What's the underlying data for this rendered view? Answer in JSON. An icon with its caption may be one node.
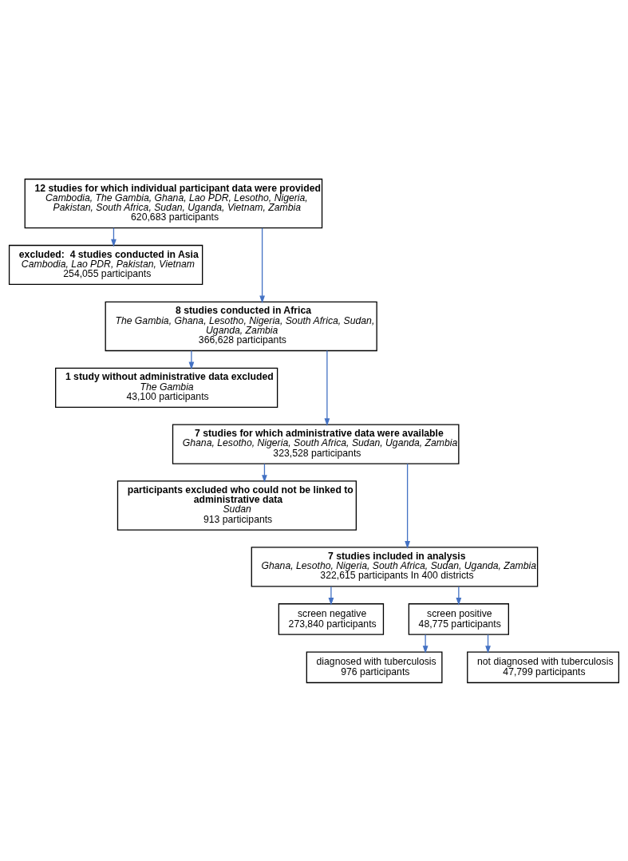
{
  "diagram": {
    "nodes": [
      {
        "text": [
          "12 studies for which individual participant data were provided",
          "Cambodia, The Gambia, Ghana, Lao PDR, Lesotho, Nigeria, Pakistan, South Africa, Sudan, Uganda, Vietnam, Zambia",
          "620,683 participants"
        ]
      },
      {
        "text": [
          "excluded:  4 studies conducted in Asia",
          "Cambodia, Lao PDR, Pakistan, Vietnam",
          "254,055 participants"
        ]
      },
      {
        "text": [
          "8 studies conducted in Africa",
          "The Gambia, Ghana, Lesotho, Nigeria, South Africa, Sudan, Uganda, Zambia",
          "366,628 participants"
        ]
      },
      {
        "text": [
          "1 study without administrative data excluded",
          "The Gambia",
          "43,100 participants"
        ]
      },
      {
        "text": [
          "7 studies for which administrative data were available",
          "Ghana, Lesotho, Nigeria, South Africa, Sudan, Uganda, Zambia",
          "323,528 participants"
        ]
      },
      {
        "text": [
          "participants excluded who could not be linked to administrative data",
          "Sudan",
          "913 participants"
        ]
      },
      {
        "text": [
          "7 studies included in analysis",
          "Ghana, Lesotho, Nigeria, South Africa, Sudan, Uganda, Zambia",
          "322,615 participants In 400 districts"
        ]
      },
      {
        "text": [
          "screen negative",
          "273,840 participants"
        ]
      },
      {
        "text": [
          "screen positive",
          "48,775 participants"
        ]
      },
      {
        "text": [
          "diagnosed with tuberculosis",
          "976 participants"
        ]
      },
      {
        "text": [
          "not diagnosed with tuberculosis",
          "47,799 participants"
        ]
      }
    ],
    "edges": [
      {
        "from": 0,
        "to": 1,
        "arrow": "to"
      },
      {
        "from": 0,
        "to": 2,
        "arrow": "to"
      },
      {
        "from": 2,
        "to": 3,
        "arrow": "to"
      },
      {
        "from": 2,
        "to": 4,
        "arrow": "to"
      },
      {
        "from": 4,
        "to": 5,
        "arrow": "to"
      },
      {
        "from": 4,
        "to": 6,
        "arrow": "to"
      },
      {
        "from": 6,
        "to": 7,
        "arrow": "to"
      },
      {
        "from": 6,
        "to": 8,
        "arrow": "to"
      },
      {
        "from": 8,
        "to": 9,
        "arrow": "to"
      },
      {
        "from": 8,
        "to": 10,
        "arrow": "to"
      }
    ]
  }
}
